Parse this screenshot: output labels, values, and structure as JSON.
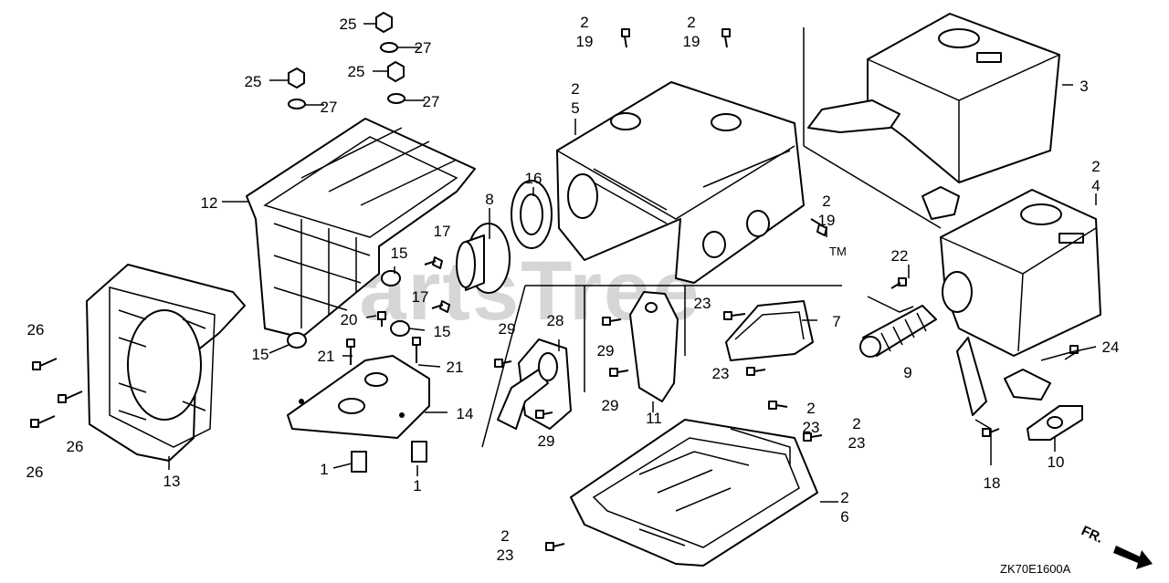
{
  "watermark": "PartsTree",
  "trademark": "TM",
  "diagram_code": "ZK70E1600A",
  "direction_label": "FR.",
  "callouts": [
    {
      "id": "c25a",
      "top": "25",
      "bottom": ""
    },
    {
      "id": "c27a",
      "top": "27",
      "bottom": ""
    },
    {
      "id": "c25b",
      "top": "25",
      "bottom": ""
    },
    {
      "id": "c25c",
      "top": "25",
      "bottom": ""
    },
    {
      "id": "c27b",
      "top": "27",
      "bottom": ""
    },
    {
      "id": "c27c",
      "top": "27",
      "bottom": ""
    },
    {
      "id": "c12",
      "top": "12",
      "bottom": ""
    },
    {
      "id": "c8",
      "top": "8",
      "bottom": ""
    },
    {
      "id": "c16",
      "top": "16",
      "bottom": ""
    },
    {
      "id": "c2_19a",
      "top": "2",
      "bottom": "19"
    },
    {
      "id": "c2_19b",
      "top": "2",
      "bottom": "19"
    },
    {
      "id": "c2_5",
      "top": "2",
      "bottom": "5"
    },
    {
      "id": "c3",
      "top": "3",
      "bottom": ""
    },
    {
      "id": "c2_4",
      "top": "2",
      "bottom": "4"
    },
    {
      "id": "c2_19c",
      "top": "2",
      "bottom": "19"
    },
    {
      "id": "c17a",
      "top": "17",
      "bottom": ""
    },
    {
      "id": "c15a",
      "top": "15",
      "bottom": ""
    },
    {
      "id": "c17b",
      "top": "17",
      "bottom": ""
    },
    {
      "id": "c20",
      "top": "20",
      "bottom": ""
    },
    {
      "id": "c15b",
      "top": "15",
      "bottom": ""
    },
    {
      "id": "c15c",
      "top": "15",
      "bottom": ""
    },
    {
      "id": "c21a",
      "top": "21",
      "bottom": ""
    },
    {
      "id": "c21b",
      "top": "21",
      "bottom": ""
    },
    {
      "id": "c14",
      "top": "14",
      "bottom": ""
    },
    {
      "id": "c1a",
      "top": "1",
      "bottom": ""
    },
    {
      "id": "c1b",
      "top": "1",
      "bottom": ""
    },
    {
      "id": "c26a",
      "top": "26",
      "bottom": ""
    },
    {
      "id": "c26b",
      "top": "26",
      "bottom": ""
    },
    {
      "id": "c26c",
      "top": "26",
      "bottom": ""
    },
    {
      "id": "c13",
      "top": "13",
      "bottom": ""
    },
    {
      "id": "c29a",
      "top": "29",
      "bottom": ""
    },
    {
      "id": "c28",
      "top": "28",
      "bottom": ""
    },
    {
      "id": "c29b",
      "top": "29",
      "bottom": ""
    },
    {
      "id": "c29c",
      "top": "29",
      "bottom": ""
    },
    {
      "id": "c29d",
      "top": "29",
      "bottom": ""
    },
    {
      "id": "c11",
      "top": "11",
      "bottom": ""
    },
    {
      "id": "c23a",
      "top": "23",
      "bottom": ""
    },
    {
      "id": "c7",
      "top": "7",
      "bottom": ""
    },
    {
      "id": "c23b",
      "top": "23",
      "bottom": ""
    },
    {
      "id": "c22",
      "top": "22",
      "bottom": ""
    },
    {
      "id": "c9",
      "top": "9",
      "bottom": ""
    },
    {
      "id": "c24",
      "top": "24",
      "bottom": ""
    },
    {
      "id": "c2_23a",
      "top": "2",
      "bottom": "23"
    },
    {
      "id": "c2_23b",
      "top": "2",
      "bottom": "23"
    },
    {
      "id": "c18",
      "top": "18",
      "bottom": ""
    },
    {
      "id": "c10",
      "top": "10",
      "bottom": ""
    },
    {
      "id": "c2_6",
      "top": "2",
      "bottom": "6"
    },
    {
      "id": "c2_23c",
      "top": "2",
      "bottom": "23"
    }
  ]
}
